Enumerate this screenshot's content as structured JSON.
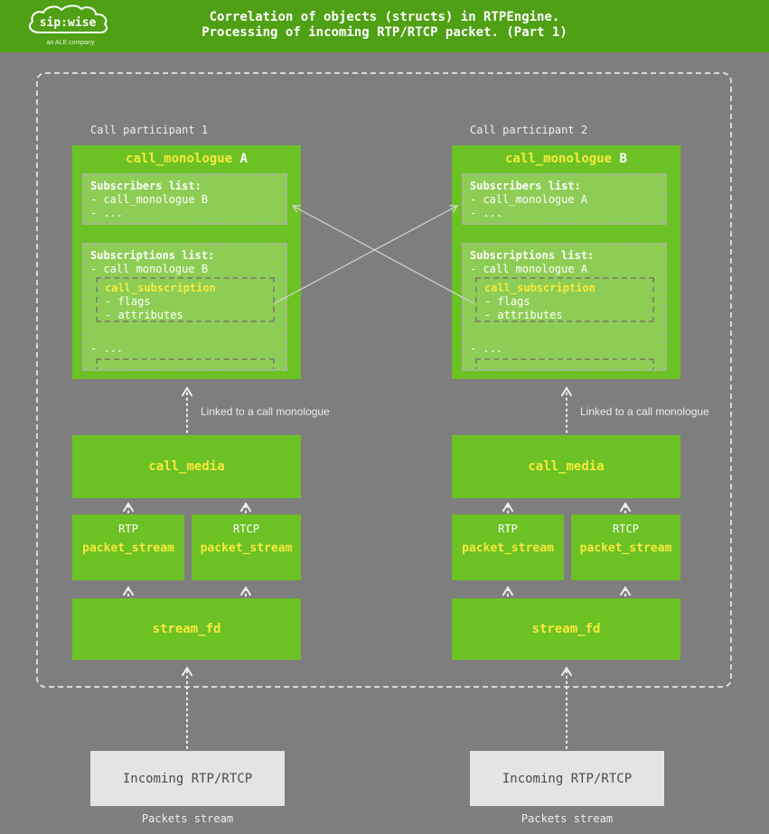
{
  "colors": {
    "background": "#7e7e7e",
    "header_green": "#4fa015",
    "box_green": "#6cc125",
    "inner_green": "#8ecd55",
    "title_yellow": "#f7ea3c",
    "incoming_gray": "#e4e4e4"
  },
  "header": {
    "title_line1": "Correlation of objects (structs) in RTPEngine.",
    "title_line2": "Processing of incoming RTP/RTCP packet. (Part 1)",
    "logo_text": "sip:wise",
    "logo_tagline": "an ALE company"
  },
  "participants": [
    {
      "label": "Call participant 1",
      "monologue_title": "call_monologue",
      "monologue_suffix": "A",
      "subscribers_title": "Subscribers list:",
      "subscribers_item1": "- call_monologue B",
      "subscribers_item2": "- ...",
      "subscriptions_title": "Subscriptions list:",
      "subscriptions_item": "- call monologue B",
      "subscription_title": "call_subscription",
      "subscription_item1": "- flags",
      "subscription_item2": "- attributes",
      "subscriptions_more": "- ...",
      "linked_label": "Linked to a call monologue",
      "call_media_title": "call_media",
      "stream1_proto": "RTP",
      "stream1_title": "packet_stream",
      "stream2_proto": "RTCP",
      "stream2_title": "packet_stream",
      "stream_fd_title": "stream_fd",
      "incoming_label": "Incoming RTP/RTCP",
      "packets_label": "Packets stream"
    },
    {
      "label": "Call participant 2",
      "monologue_title": "call_monologue",
      "monologue_suffix": "B",
      "subscribers_title": "Subscribers list:",
      "subscribers_item1": "- call_monologue A",
      "subscribers_item2": "- ...",
      "subscriptions_title": "Subscriptions list:",
      "subscriptions_item": "- call monologue A",
      "subscription_title": "call_subscription",
      "subscription_item1": "- flags",
      "subscription_item2": "- attributes",
      "subscriptions_more": "- ...",
      "linked_label": "Linked to a call monologue",
      "call_media_title": "call_media",
      "stream1_proto": "RTP",
      "stream1_title": "packet_stream",
      "stream2_proto": "RTCP",
      "stream2_title": "packet_stream",
      "stream_fd_title": "stream_fd",
      "incoming_label": "Incoming RTP/RTCP",
      "packets_label": "Packets stream"
    }
  ]
}
